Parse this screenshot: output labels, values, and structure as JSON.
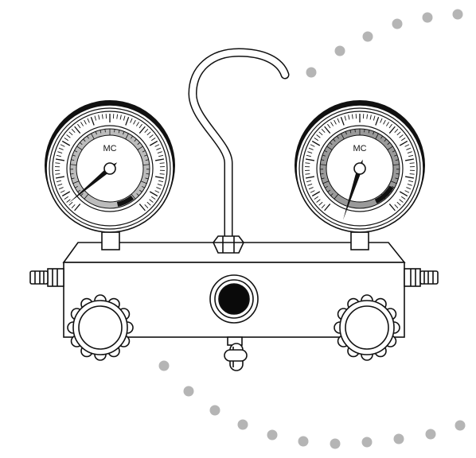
{
  "gauges": {
    "left": {
      "brand_label": "MC"
    },
    "right": {
      "brand_label": "MC"
    }
  },
  "colors": {
    "line": "#111111",
    "body": "#ffffff",
    "dial_band": "#bcbcbc",
    "dial_band_right": "#9a9a9a",
    "sight_glass": "#0a0a0a",
    "decor_dots": "#b5b5b5"
  },
  "icons": {
    "manifold": "refrigeration-manifold-gauge-set",
    "hanging_hook": "hook-icon",
    "knob": "valve-knob-icon",
    "fitting": "hose-fitting-icon"
  }
}
